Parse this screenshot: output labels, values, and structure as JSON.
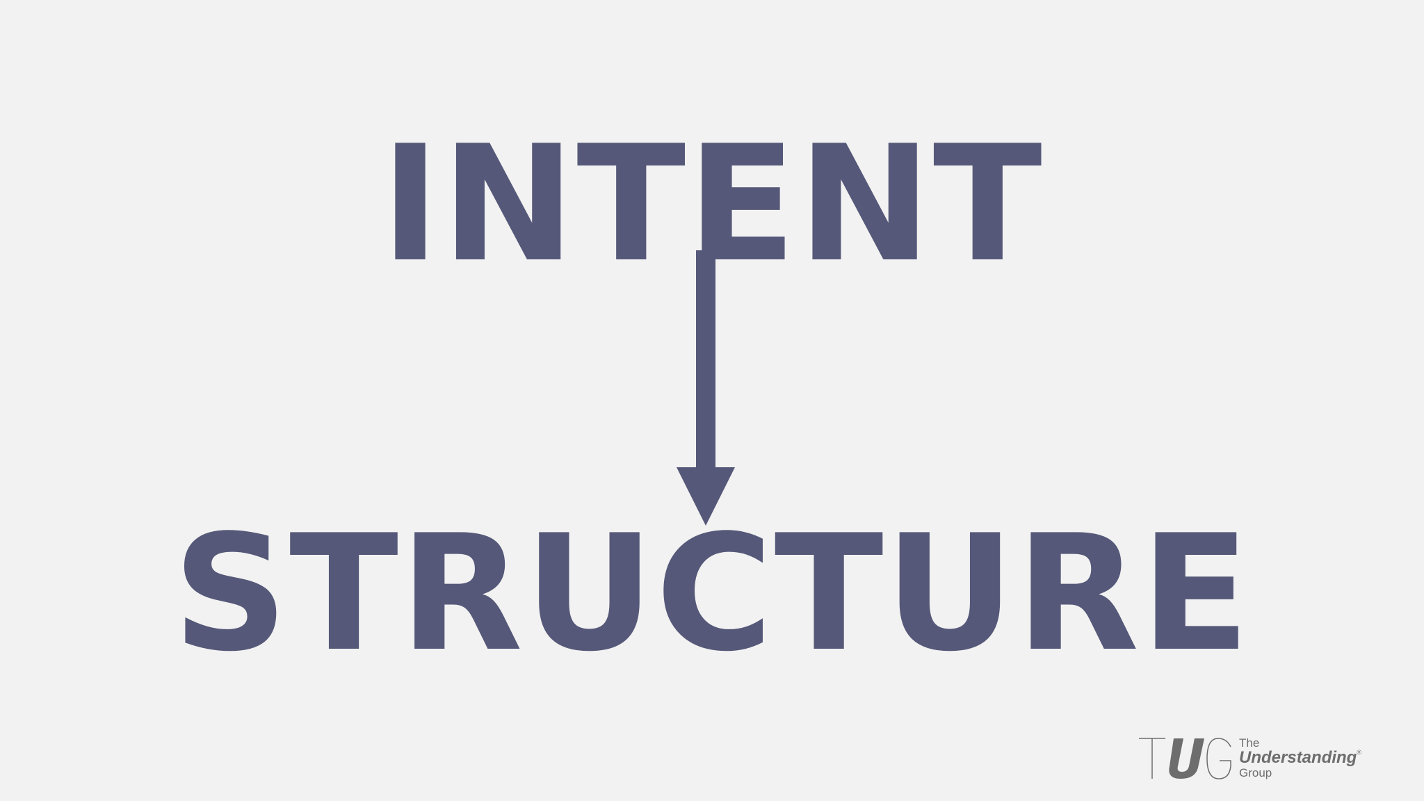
{
  "slide": {
    "top_word": "INTENT",
    "bottom_word": "STRUCTURE",
    "text_color": "#555878",
    "background_color": "#f2f2f2"
  },
  "arrow": {
    "icon": "down-arrow-icon",
    "direction": "down"
  },
  "logo": {
    "mark_text": "TUG",
    "line1": "The",
    "line2": "Understanding",
    "line3": "Group",
    "registered_mark": "®",
    "color": "#6d6d6d"
  }
}
